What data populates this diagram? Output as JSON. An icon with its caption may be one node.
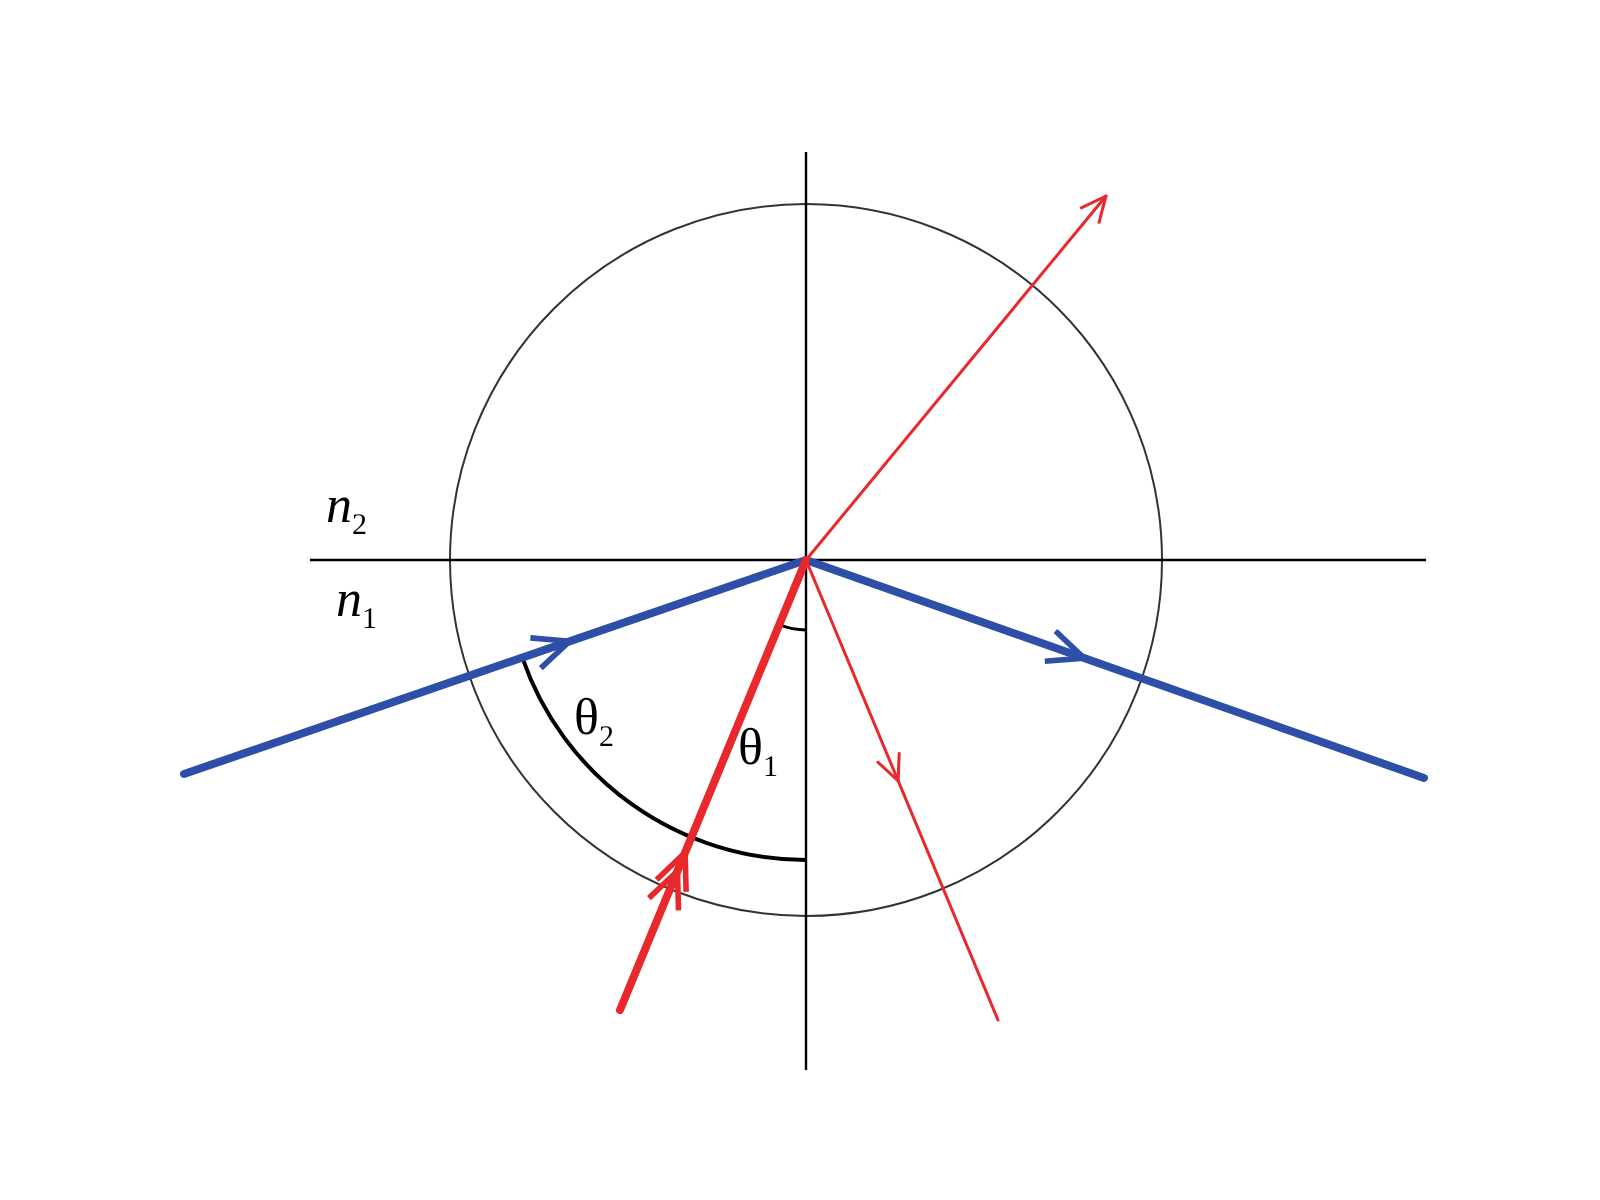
{
  "diagram": {
    "labels": [
      "*n*$_{2}$",
      "*n*$_{1}$",
      "θ$_{2}$",
      "θ$_{1}$"
    ]
  }
}
